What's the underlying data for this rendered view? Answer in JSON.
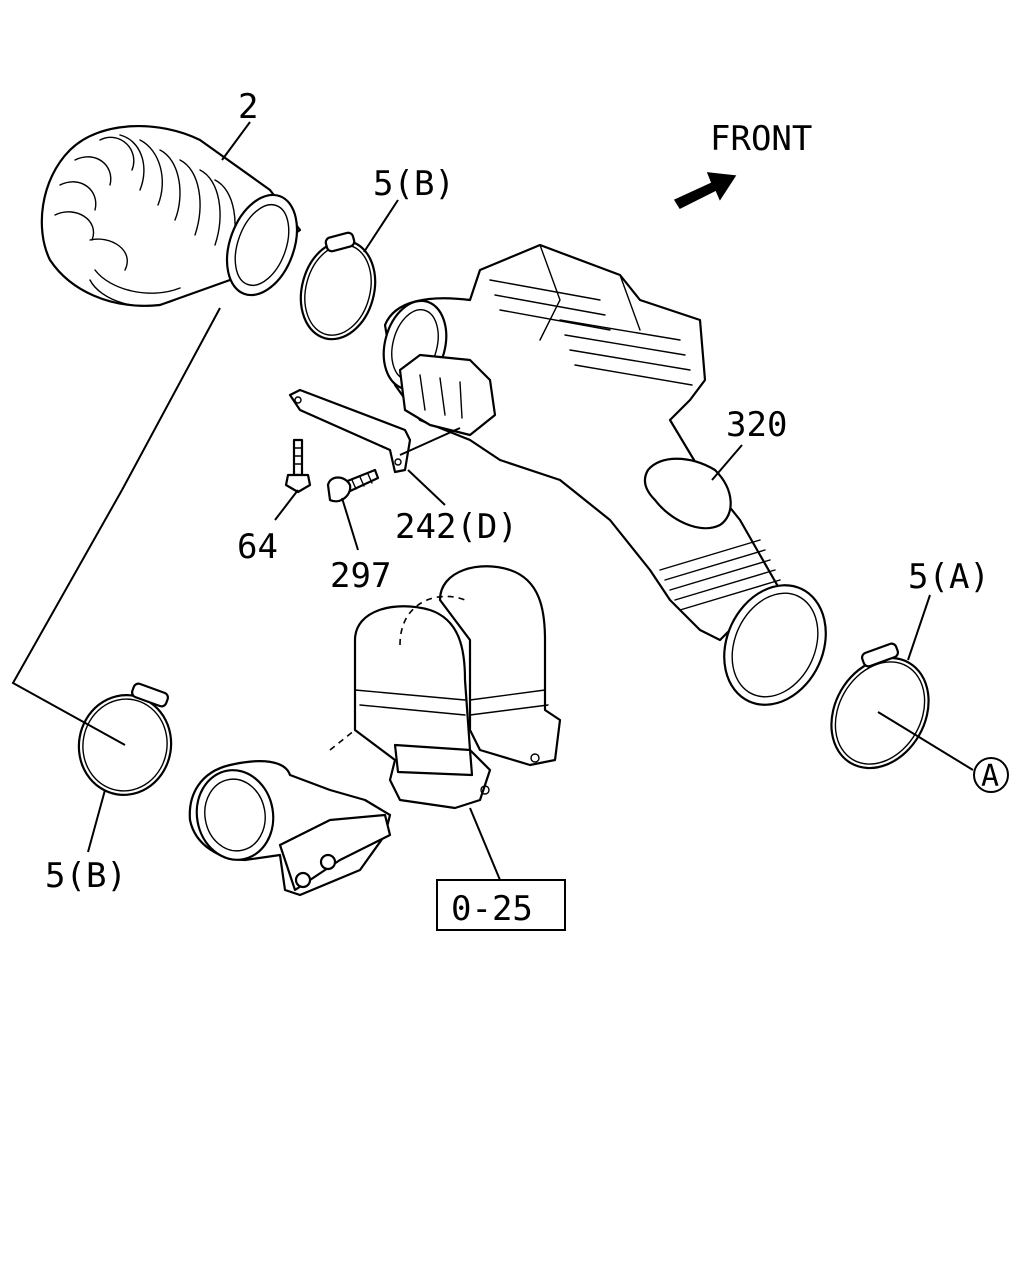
{
  "direction": {
    "label": "FRONT",
    "arrow_icon": "arrow-right-icon"
  },
  "callouts": {
    "hose": "2",
    "clamp_top": "5(B)",
    "clamp_bottom_left": "5(B)",
    "clamp_right": "5(A)",
    "duct": "320",
    "bracket": "242(D)",
    "bolt_64": "64",
    "bolt_297": "297",
    "reference_box": "0-25",
    "reference_circle": "A"
  }
}
